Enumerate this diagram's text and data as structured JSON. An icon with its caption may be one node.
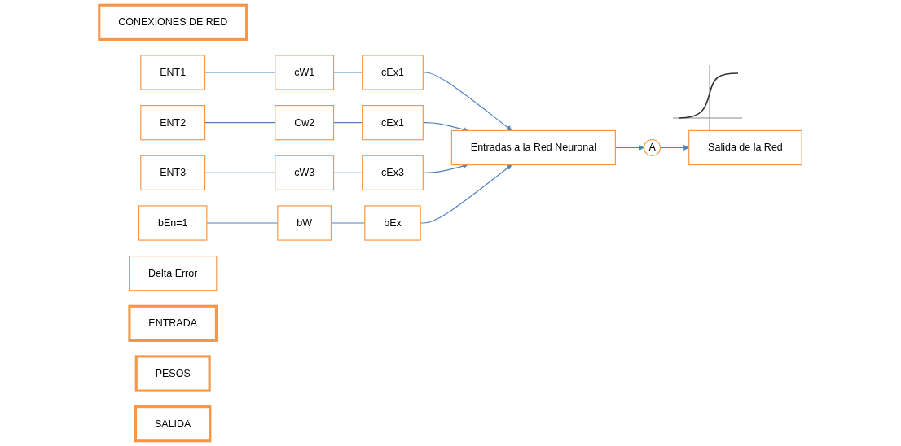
{
  "diagram": {
    "nodes": [
      {
        "text": [
          "CONEXIONES DE RED"
        ]
      },
      {
        "text": [
          "ENT1"
        ]
      },
      {
        "text": [
          "cW1"
        ]
      },
      {
        "text": [
          "cEx1"
        ]
      },
      {
        "text": [
          "ENT2"
        ]
      },
      {
        "text": [
          "Cw2"
        ]
      },
      {
        "text": [
          "cEx1"
        ]
      },
      {
        "text": [
          "Entradas a la Red Neuronal"
        ]
      },
      {
        "text": [
          "A"
        ]
      },
      {
        "text": [
          "Salida de la Red"
        ]
      },
      {
        "text": [
          "ENT3"
        ]
      },
      {
        "text": [
          "cW3"
        ]
      },
      {
        "text": [
          "cEx3"
        ]
      },
      {
        "text": [
          "bEn=1"
        ]
      },
      {
        "text": [
          "bW"
        ]
      },
      {
        "text": [
          "bEx"
        ]
      },
      {
        "text": [
          "Delta Error"
        ]
      },
      {
        "text": [
          "ENTRADA"
        ]
      },
      {
        "text": [
          "PESOS"
        ]
      },
      {
        "text": [
          "SALIDA"
        ]
      }
    ],
    "edges": [
      {
        "from": 1,
        "to": 2,
        "arrow": "none"
      },
      {
        "from": 2,
        "to": 3,
        "arrow": "none"
      },
      {
        "from": 4,
        "to": 5,
        "arrow": "none"
      },
      {
        "from": 5,
        "to": 6,
        "arrow": "none"
      },
      {
        "from": 10,
        "to": 11,
        "arrow": "none"
      },
      {
        "from": 11,
        "to": 12,
        "arrow": "none"
      },
      {
        "from": 13,
        "to": 14,
        "arrow": "none"
      },
      {
        "from": 14,
        "to": 15,
        "arrow": "none"
      },
      {
        "from": 3,
        "to": 7,
        "arrow": "to"
      },
      {
        "from": 6,
        "to": 7,
        "arrow": "to"
      },
      {
        "from": 12,
        "to": 7,
        "arrow": "to"
      },
      {
        "from": 15,
        "to": 7,
        "arrow": "to"
      },
      {
        "from": 7,
        "to": 8,
        "arrow": "to"
      },
      {
        "from": 8,
        "to": 9,
        "arrow": "to"
      }
    ]
  }
}
